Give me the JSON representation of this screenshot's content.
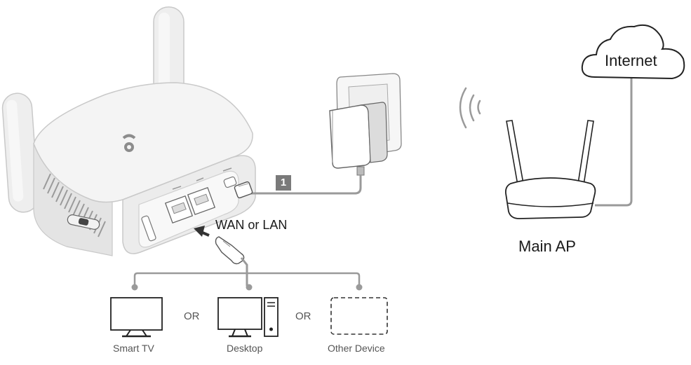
{
  "diagram": {
    "step_number": "1",
    "wan_lan_label": "WAN or LAN",
    "internet_label": "Internet",
    "main_ap_label": "Main AP",
    "or_label_1": "OR",
    "or_label_2": "OR",
    "devices": [
      {
        "label": "Smart TV",
        "icon": "tv-icon"
      },
      {
        "label": "Desktop",
        "icon": "desktop-icon"
      },
      {
        "label": "Other Device",
        "icon": "other-device-icon"
      }
    ]
  }
}
